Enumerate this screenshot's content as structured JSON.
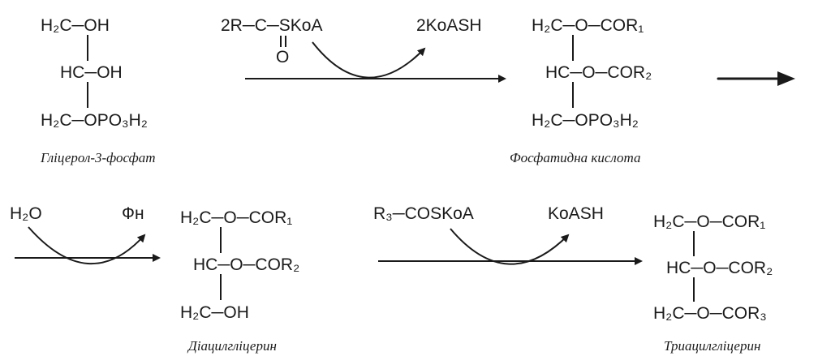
{
  "glycerol_3_phosphate": {
    "row1": "H₂C─OH",
    "row2": "HC─OH",
    "row3": "H₂C─OPO₃H₂",
    "caption": "Гліцерол-3-фосфат"
  },
  "step1": {
    "reagent": "2R─C─SKoA",
    "reagent_carbonyl": "O",
    "product_release": "2KoASH"
  },
  "phosphatidic_acid": {
    "row1": "H₂C─O─COR₁",
    "row2": "HC─O─COR₂",
    "row3": "H₂C─OPO₃H₂",
    "caption": "Фосфатидна кислота"
  },
  "step2": {
    "reagent": "H₂O",
    "product_release": "Фн"
  },
  "diacylglycerol": {
    "row1": "H₂C─O─COR₁",
    "row2": "HC─O─COR₂",
    "row3": "H₂C─OH",
    "caption": "Діацилгліцерин"
  },
  "step3": {
    "reagent": "R₃─COSKoA",
    "product_release": "KoASH"
  },
  "triacylglycerol": {
    "row1": "H₂C─O─COR₁",
    "row2": "HC─O─COR₂",
    "row3": "H₂C─O─COR₃",
    "caption": "Триацилгліцерин"
  }
}
